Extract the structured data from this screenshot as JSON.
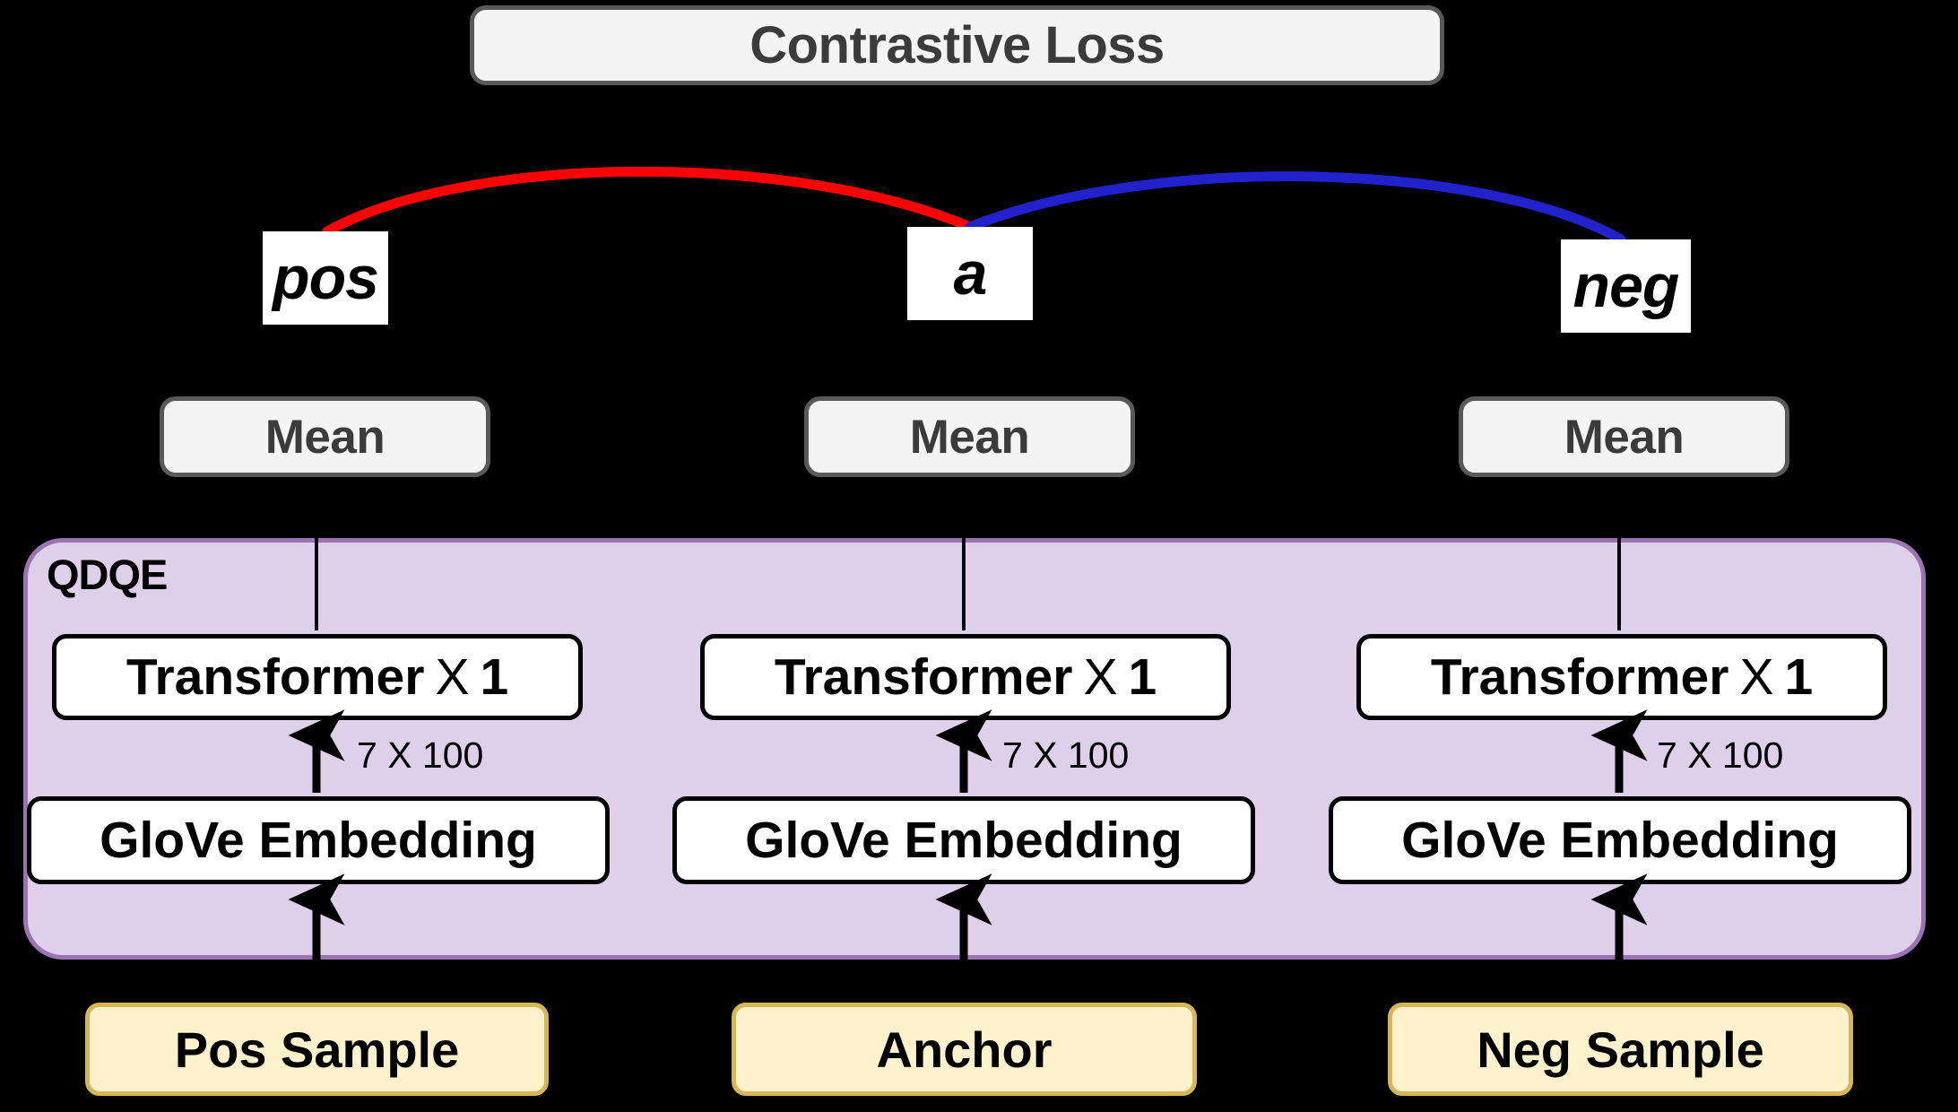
{
  "figure": {
    "background_color": "#000000",
    "title_box": {
      "label": "Contrastive Loss"
    }
  },
  "colors": {
    "positive_edge": "#ff0000",
    "negative_edge": "#2222cc",
    "panel_fill": "#ded0e8",
    "panel_border": "#9c74b4",
    "grey_fill": "#f4f4f4",
    "grey_border": "#595959",
    "sample_fill": "#fdf2cc",
    "sample_border": "#d6b656",
    "node_fill": "#ffffff",
    "node_border": "#000000"
  },
  "embeddings": [
    {
      "symbol": "pos"
    },
    {
      "symbol": "a"
    },
    {
      "symbol": "neg"
    }
  ],
  "edges": [
    {
      "name": "pos-to-anchor",
      "from": "pos",
      "to": "a",
      "color": "#ff0000"
    },
    {
      "name": "anchor-to-neg",
      "from": "a",
      "to": "neg",
      "color": "#2222cc"
    }
  ],
  "pooling": [
    {
      "label": "Mean"
    },
    {
      "label": "Mean"
    },
    {
      "label": "Mean"
    }
  ],
  "encoder": {
    "title": "QDQE",
    "branches": [
      {
        "transformer": {
          "name_bold": "Transformer",
          "times": "X",
          "count": "1"
        },
        "edge_label": "7 X 100",
        "embedding": "GloVe Embedding",
        "input": "Pos Sample"
      },
      {
        "transformer": {
          "name_bold": "Transformer",
          "times": "X",
          "count": "1"
        },
        "edge_label": "7 X 100",
        "embedding": "GloVe Embedding",
        "input": "Anchor"
      },
      {
        "transformer": {
          "name_bold": "Transformer",
          "times": "X",
          "count": "1"
        },
        "edge_label": "7 X 100",
        "embedding": "GloVe Embedding",
        "input": "Neg Sample"
      }
    ]
  },
  "inputs": [
    {
      "label": "Pos Sample"
    },
    {
      "label": "Anchor"
    },
    {
      "label": "Neg Sample"
    }
  ]
}
